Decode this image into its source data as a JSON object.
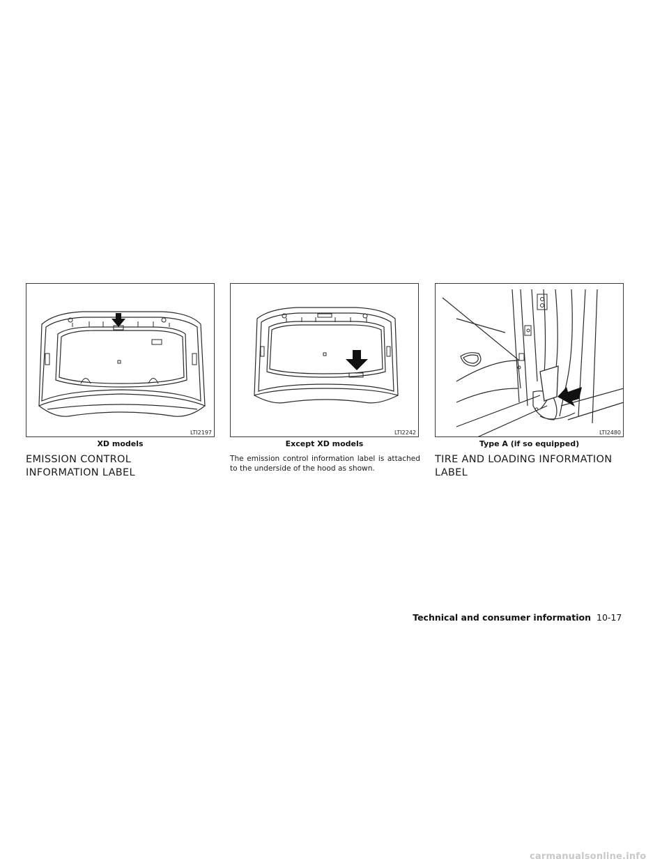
{
  "figures": [
    {
      "code": "LTI2197",
      "caption": "XD models"
    },
    {
      "code": "LTI2242",
      "caption": "Except XD models"
    },
    {
      "code": "LTI2480",
      "caption": "Type A (if so equipped)"
    }
  ],
  "emission": {
    "heading_line1": "EMISSION CONTROL",
    "heading_line2": "INFORMATION LABEL",
    "body": "The emission control information label is attached to the underside of the hood as shown."
  },
  "tire": {
    "heading_line1": "TIRE AND LOADING INFORMATION",
    "heading_line2": "LABEL"
  },
  "footer": {
    "section_title": "Technical and consumer information",
    "page_number": "10-17"
  },
  "watermark": "carmanualsonline.info"
}
